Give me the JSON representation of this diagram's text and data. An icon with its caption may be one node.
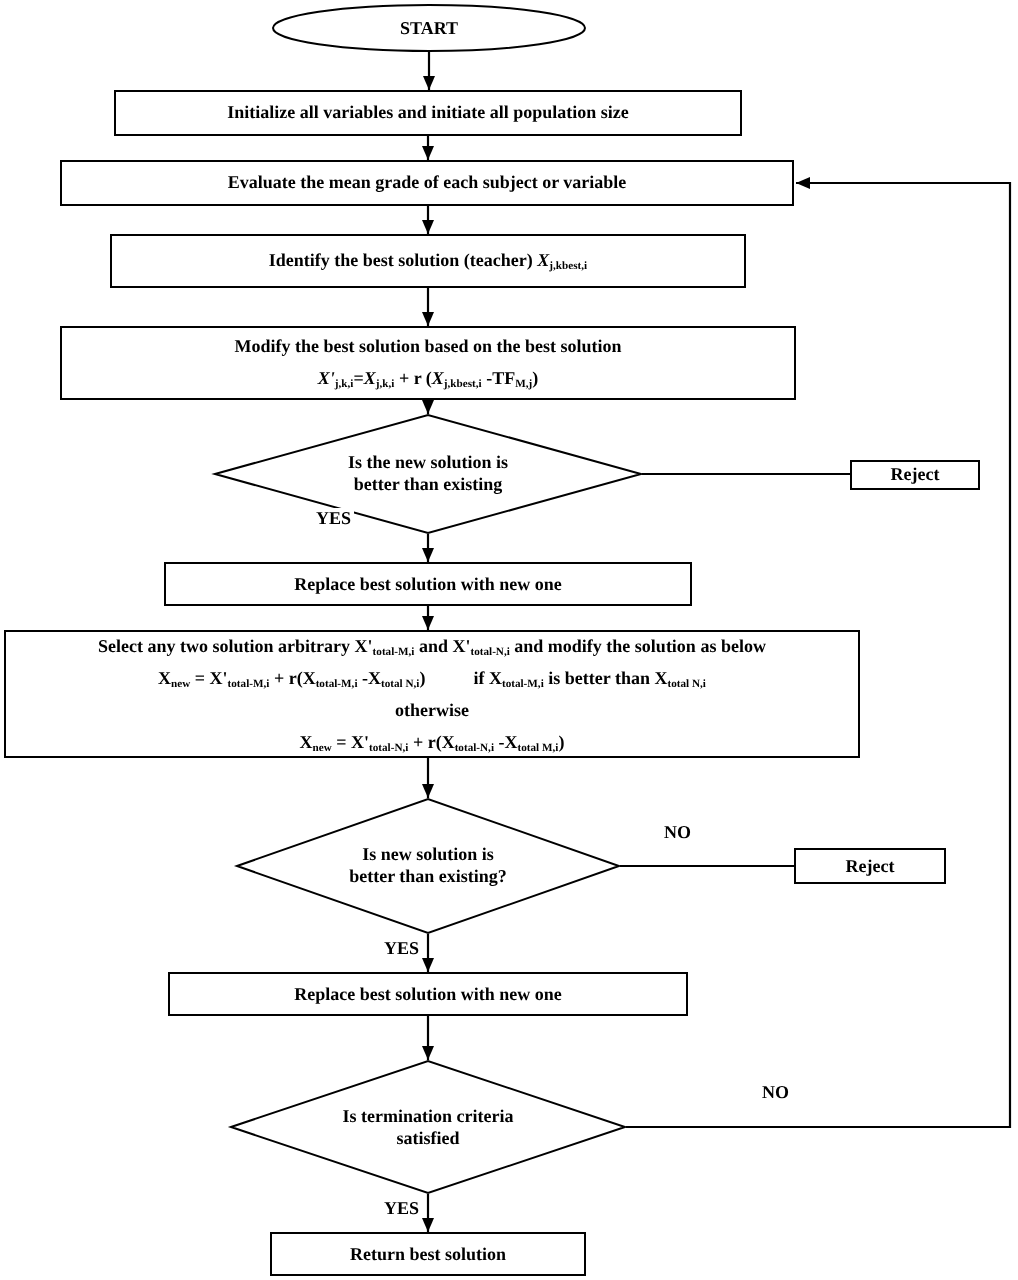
{
  "diagram": {
    "nodes": [
      {
        "text": [
          "START"
        ]
      },
      {
        "text": [
          "Initialize all variables and initiate all population size"
        ]
      },
      {
        "text": [
          "Evaluate the mean grade of each subject or variable"
        ]
      },
      {
        "text": [
          "Identify the best solution (teacher) *X*$_{j,kbest,i}$"
        ]
      },
      {
        "text": [
          "Modify the best solution based on the best solution",
          "*X'*$_{j,k,i}$=*X*$_{j,k,i}$ + r (*X*$_{j,kbest,i}$ -TF$_{M,j}$)"
        ]
      },
      {
        "text": [
          "Is the new solution is better than existing"
        ]
      },
      {
        "text": [
          "Reject"
        ]
      },
      {
        "text": [
          "Replace best solution with new one"
        ]
      },
      {
        "text": [
          "Select any two solution arbitrary X'$_{total-M,i}$ and X'$_{total-N,i}$ and modify the solution as below",
          "X$_{new}$ = X'$_{total-M,i}$ + r(X$_{total-M,i}$ -X$_{total N,i}$)",
          "if X$_{total-M,i}$ is better than X$_{total N,i}$",
          "otherwise",
          "X$_{new}$ = X'$_{total-N,i}$ + r(X$_{total-N,i}$ -X$_{total M,i}$)"
        ]
      },
      {
        "text": [
          "Is new solution is better than existing?"
        ]
      },
      {
        "text": [
          "Reject"
        ]
      },
      {
        "text": [
          "Replace best solution with new one"
        ]
      },
      {
        "text": [
          "Is termination criteria satisfied"
        ]
      },
      {
        "text": [
          "Return best solution"
        ]
      }
    ],
    "edges": [
      {
        "from": 0,
        "to": 1,
        "arrow": "to"
      },
      {
        "from": 1,
        "to": 2,
        "arrow": "to"
      },
      {
        "from": 2,
        "to": 3,
        "arrow": "to"
      },
      {
        "from": 3,
        "to": 4,
        "arrow": "to"
      },
      {
        "from": 4,
        "to": 5,
        "arrow": "to"
      },
      {
        "from": 5,
        "to": 6,
        "arrow": "none"
      },
      {
        "from": 5,
        "to": 7,
        "arrow": "to",
        "label": "YES"
      },
      {
        "from": 7,
        "to": 8,
        "arrow": "to"
      },
      {
        "from": 8,
        "to": 9,
        "arrow": "to"
      },
      {
        "from": 9,
        "to": 10,
        "arrow": "none",
        "label": "NO"
      },
      {
        "from": 9,
        "to": 11,
        "arrow": "to",
        "label": "YES"
      },
      {
        "from": 11,
        "to": 12,
        "arrow": "to"
      },
      {
        "from": 12,
        "to": 2,
        "arrow": "to",
        "label": "NO"
      },
      {
        "from": 12,
        "to": 13,
        "arrow": "to",
        "label": "YES"
      }
    ]
  }
}
